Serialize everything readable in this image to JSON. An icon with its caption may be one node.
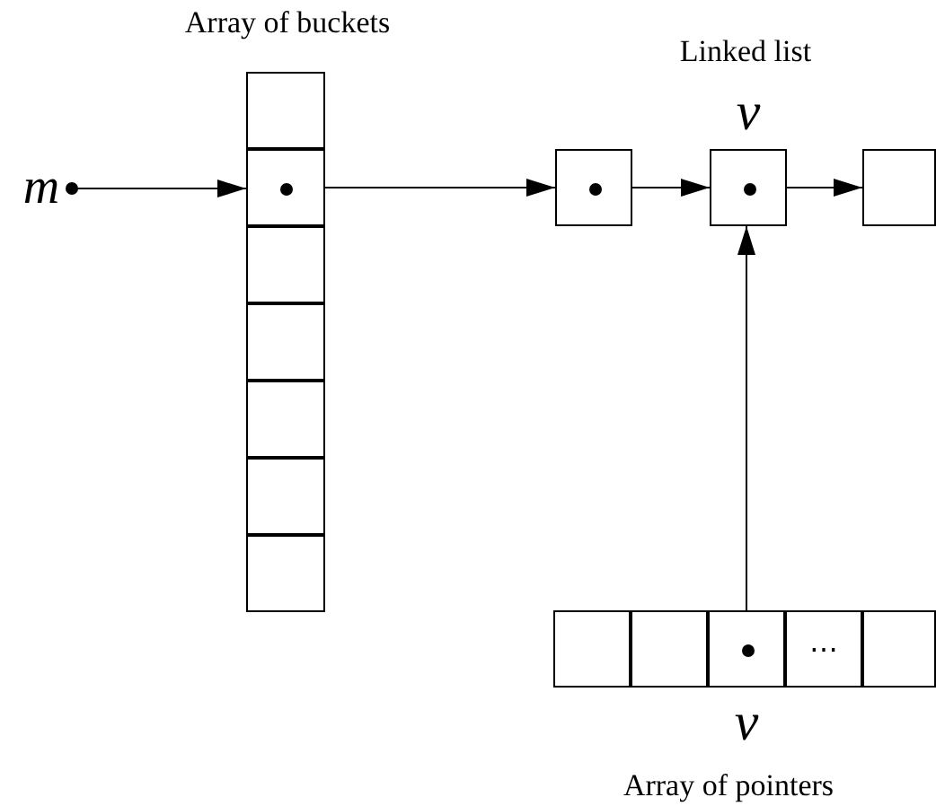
{
  "diagram": {
    "nodes": [
      {
        "text": [
          "m"
        ]
      },
      {
        "text": [
          "Array of buckets"
        ]
      },
      {
        "text": [],
        "shape": "box",
        "in": 1
      },
      {
        "text": [],
        "shape": "box",
        "in": 1
      },
      {
        "text": [],
        "shape": "box",
        "in": 1
      },
      {
        "text": [],
        "shape": "box",
        "in": 1
      },
      {
        "text": [],
        "shape": "box",
        "in": 1
      },
      {
        "text": [],
        "shape": "box",
        "in": 1
      },
      {
        "text": [],
        "shape": "box",
        "in": 1
      },
      {
        "text": [],
        "shape": "box"
      },
      {
        "text": [],
        "shape": "box",
        "beside": [
          "v"
        ]
      },
      {
        "text": [],
        "shape": "box"
      },
      {
        "text": [
          "Array of pointers"
        ]
      },
      {
        "text": [],
        "shape": "box",
        "in": 12
      },
      {
        "text": [],
        "shape": "box",
        "in": 12
      },
      {
        "text": [],
        "shape": "box",
        "in": 12,
        "beside": [
          "v"
        ]
      },
      {
        "text": [
          "⋯"
        ],
        "in": 12
      },
      {
        "text": [],
        "shape": "box",
        "in": 12
      }
    ],
    "edges": [
      {
        "from": 0,
        "to": 3,
        "arrow": "to"
      },
      {
        "from": 3,
        "to": 9,
        "arrow": "to"
      },
      {
        "from": 9,
        "to": 10,
        "arrow": "to"
      },
      {
        "from": 10,
        "to": 11,
        "arrow": "to"
      },
      {
        "from": 15,
        "to": 10,
        "arrow": "to"
      }
    ],
    "labels": [
      "Linked list"
    ]
  }
}
